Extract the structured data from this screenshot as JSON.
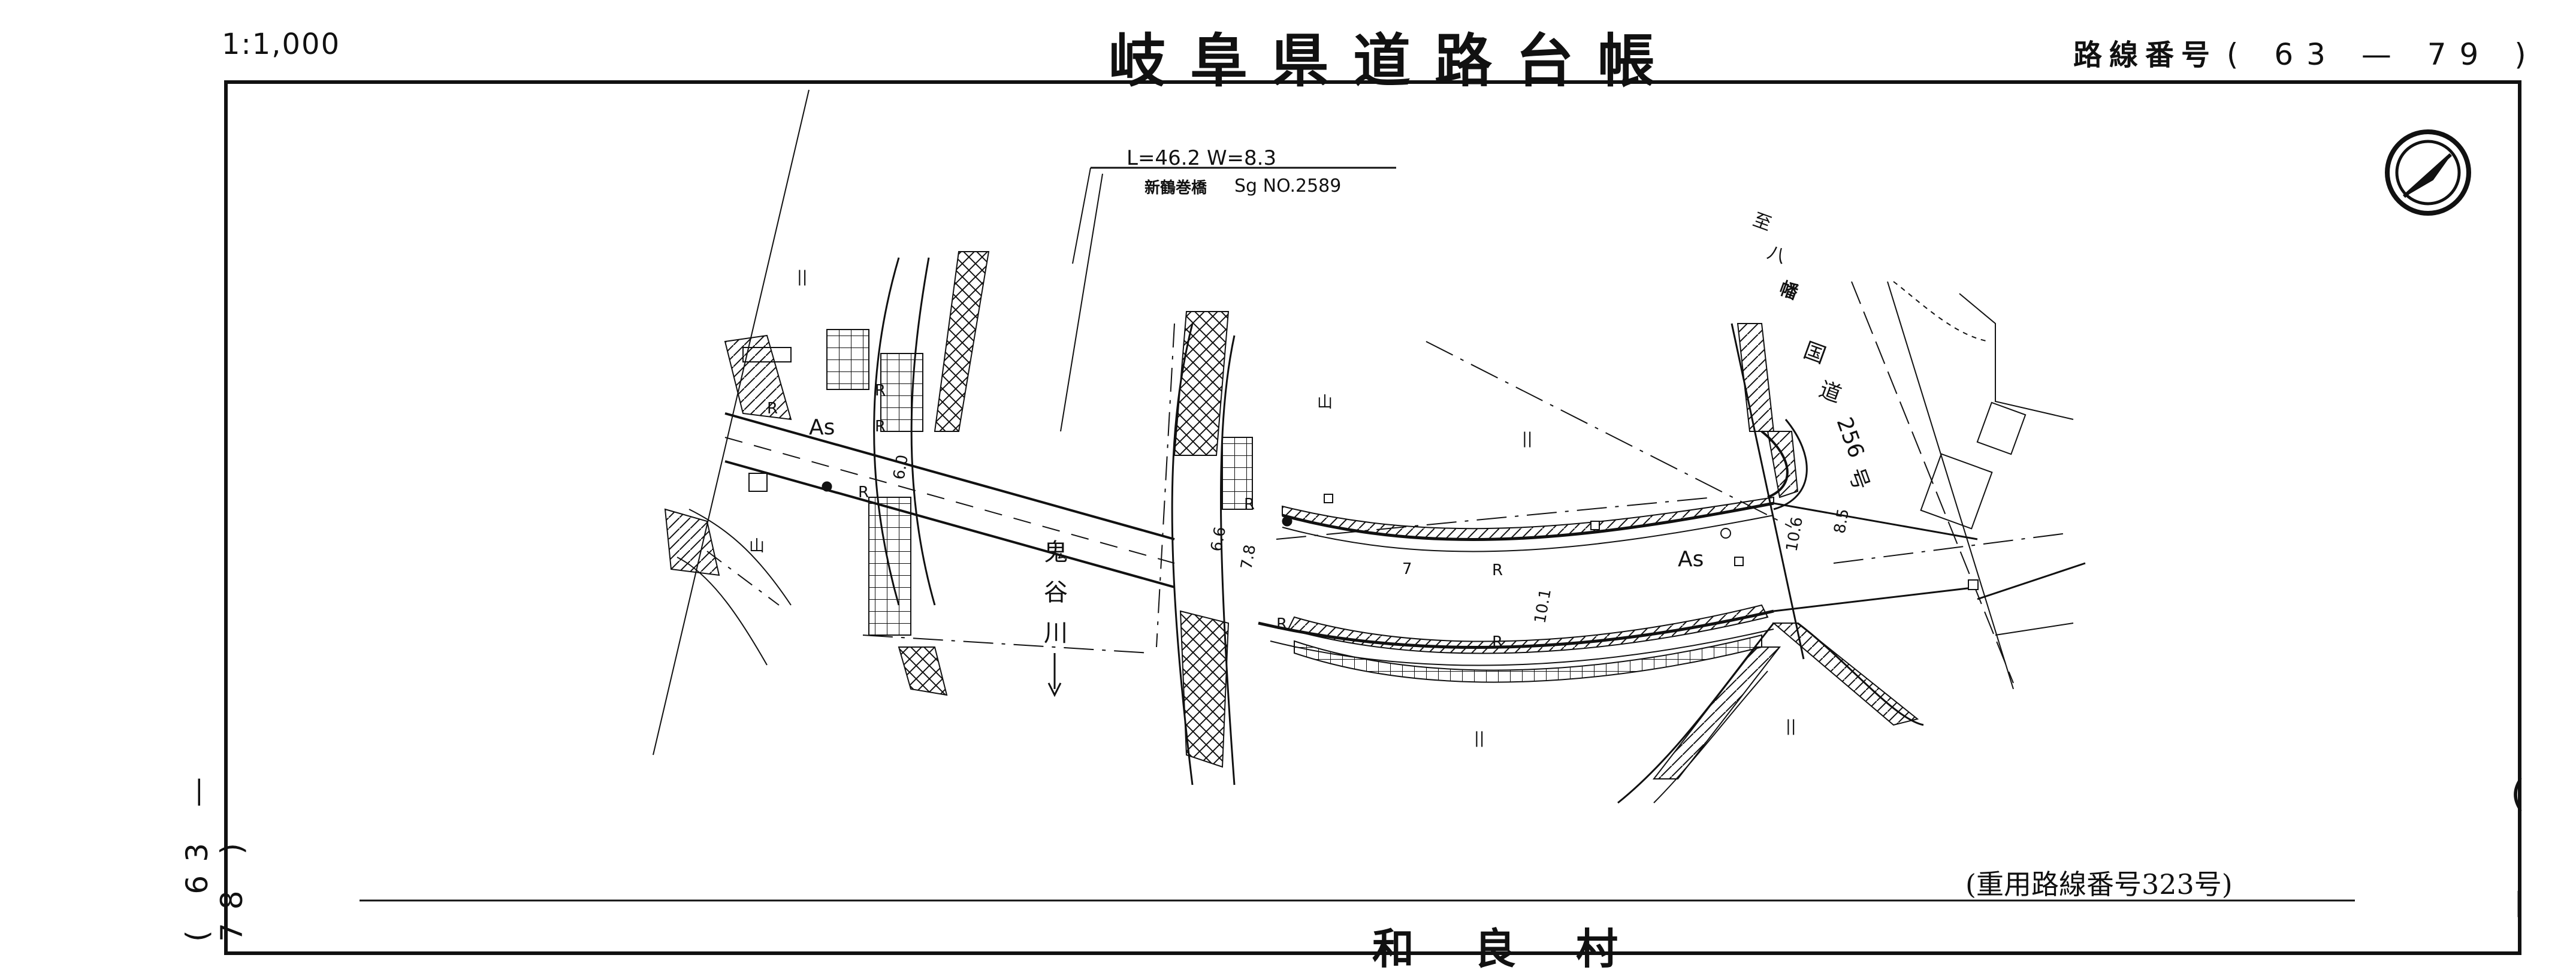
{
  "header": {
    "scale": "1:1,000",
    "title": "岐阜県道路台帳",
    "route_label": "路線番号",
    "route_number": "( 63 — 79 )"
  },
  "margins": {
    "left_text": "( 63 — 78 )",
    "right_paren": "(",
    "right_dash": "|"
  },
  "map": {
    "bridge_info_line1": "L=46.2   W=8.3",
    "bridge_info_line2_kanji": "新鶴巻橋",
    "bridge_info_line2_code": "Sg   NO.2589",
    "river_name": [
      "鬼",
      "谷",
      "川"
    ],
    "destination": [
      "至",
      "八",
      "幡"
    ],
    "national_road": [
      "国",
      "道",
      "256",
      "号"
    ],
    "surface_labels": [
      "As",
      "As"
    ],
    "curve_labels": [
      "R",
      "R",
      "R",
      "R",
      "R",
      "R",
      "R",
      "R"
    ],
    "widths": [
      "6.0",
      "6.6",
      "7.8",
      "7",
      "10.1",
      "10.6",
      "8.5",
      "8.3"
    ],
    "land_use_mark": "山",
    "field_mark": "||",
    "concurrent_route_note": "(重用路線番号323号)",
    "municipality": "和良村",
    "north_arrow_icon": "north-arrow-icon"
  }
}
